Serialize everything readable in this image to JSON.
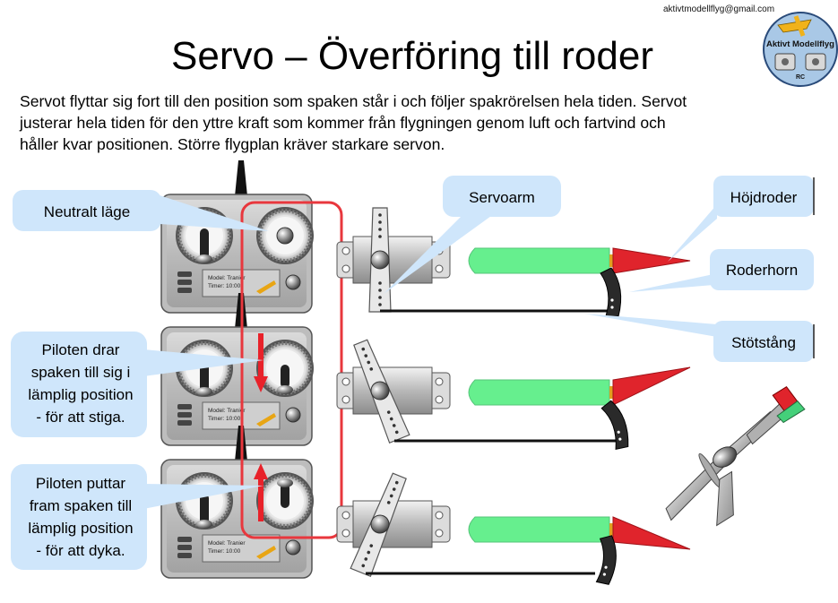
{
  "header": {
    "email": "aktivtmodellflyg@gmail.com",
    "title": "Servo – Överföring till roder",
    "logo_name": "Aktivt Modellflyg",
    "logo_sub": "RC"
  },
  "intro": {
    "lines": [
      "Servot flyttar sig fort till den position som spaken står i och följer spakrörelsen hela tiden. Servot",
      "justerar hela tiden för den yttre kraft som kommer från flygningen genom luft och fartvind och",
      "håller kvar positionen. Större flygplan kräver starkare servon."
    ]
  },
  "callouts": {
    "neutral": [
      "Neutralt läge"
    ],
    "pull": [
      "Piloten drar",
      "spaken till sig i",
      "lämplig position",
      "- för att stiga."
    ],
    "push": [
      "Piloten puttar",
      "fram spaken till",
      "lämplig position",
      "- för att dyka."
    ],
    "servoarm": [
      "Servoarm"
    ],
    "elevator": [
      "Höjdroder"
    ],
    "horn": [
      "Roderhorn"
    ],
    "pushrod": [
      "Stötstång"
    ]
  },
  "transmitter": {
    "model_label": "Model: Tranier",
    "timer_label": "Timer: 10:00"
  },
  "colors": {
    "callout_fill": "#cfe6fb",
    "highlight": "#e8373d",
    "arrow": "#e8222a",
    "elevator_green": "#66ef8e",
    "rudder_red": "#e0242c",
    "tx_body": "#bdbdbd"
  },
  "icons": {
    "logo": "aktivt-modellflyg-logo",
    "plane": "airplane-illustration"
  }
}
